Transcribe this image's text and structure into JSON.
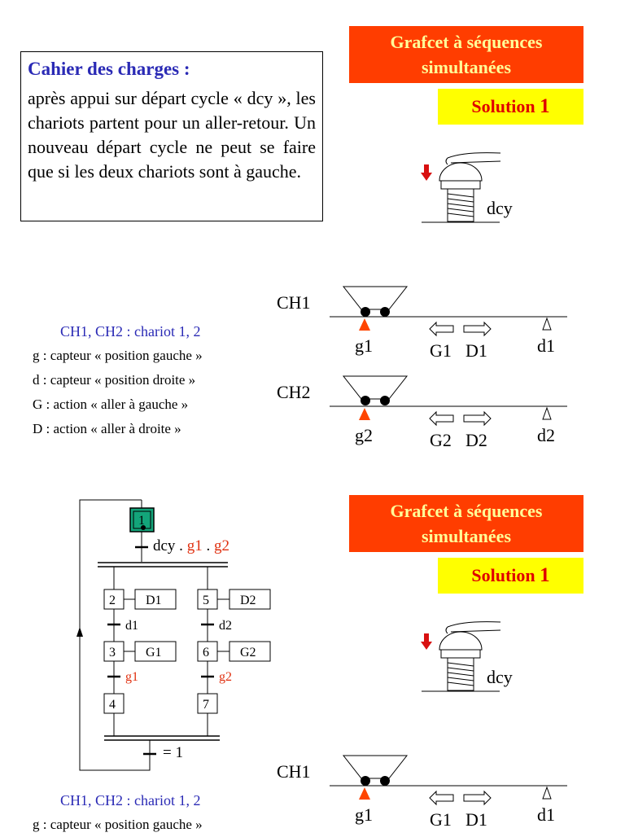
{
  "header_top": {
    "line1": "Grafcet à séquences",
    "line2": "simultanées"
  },
  "solution_top": {
    "text": "Solution ",
    "num": "1"
  },
  "spec": {
    "title": "Cahier des charges :",
    "text": "après appui sur départ cycle « dcy », les chariots partent pour un aller-retour. Un nouveau départ cycle ne peut se faire que si les deux chariots sont à gauche."
  },
  "button_label": "dcy",
  "legend": [
    "CH1, CH2 : chariot 1, 2",
    "g : capteur « position gauche »",
    "d : capteur « position droite »",
    "G : action « aller à gauche »",
    "D : action « aller à droite »"
  ],
  "carts": [
    {
      "name": "CH1",
      "g": "g1",
      "G": "G1",
      "D": "D1",
      "d": "d1"
    },
    {
      "name": "CH2",
      "g": "g2",
      "G": "G2",
      "D": "D2",
      "d": "d2"
    }
  ],
  "grafcet": {
    "initial_step": "1",
    "t1": {
      "a": "dcy . ",
      "b": "g1",
      "c": " . ",
      "d": "g2"
    },
    "seq1": {
      "s1": "2",
      "a1": "D1",
      "r1": "d1",
      "s2": "3",
      "a2": "G1",
      "r2": "g1",
      "s3": "4"
    },
    "seq2": {
      "s1": "5",
      "a1": "D2",
      "r1": "d2",
      "s2": "6",
      "a2": "G2",
      "r2": "g2",
      "s3": "7"
    },
    "final": "= 1"
  },
  "header_bottom": {
    "line1": "Grafcet à séquences",
    "line2": "simultanées"
  },
  "solution_bottom": {
    "text": "Solution ",
    "num": "1"
  },
  "legend_bottom": [
    "CH1, CH2 : chariot 1, 2",
    "g : capteur « position gauche »"
  ],
  "colors": {
    "title_bg": "#ff3d00",
    "title_fg": "#ffff99",
    "solution_bg": "#ffff00",
    "solution_fg": "#e00000",
    "accent_blue": "#2a2ab5",
    "receptivity_red": "#e03010",
    "initial_step": "#13a57a"
  }
}
